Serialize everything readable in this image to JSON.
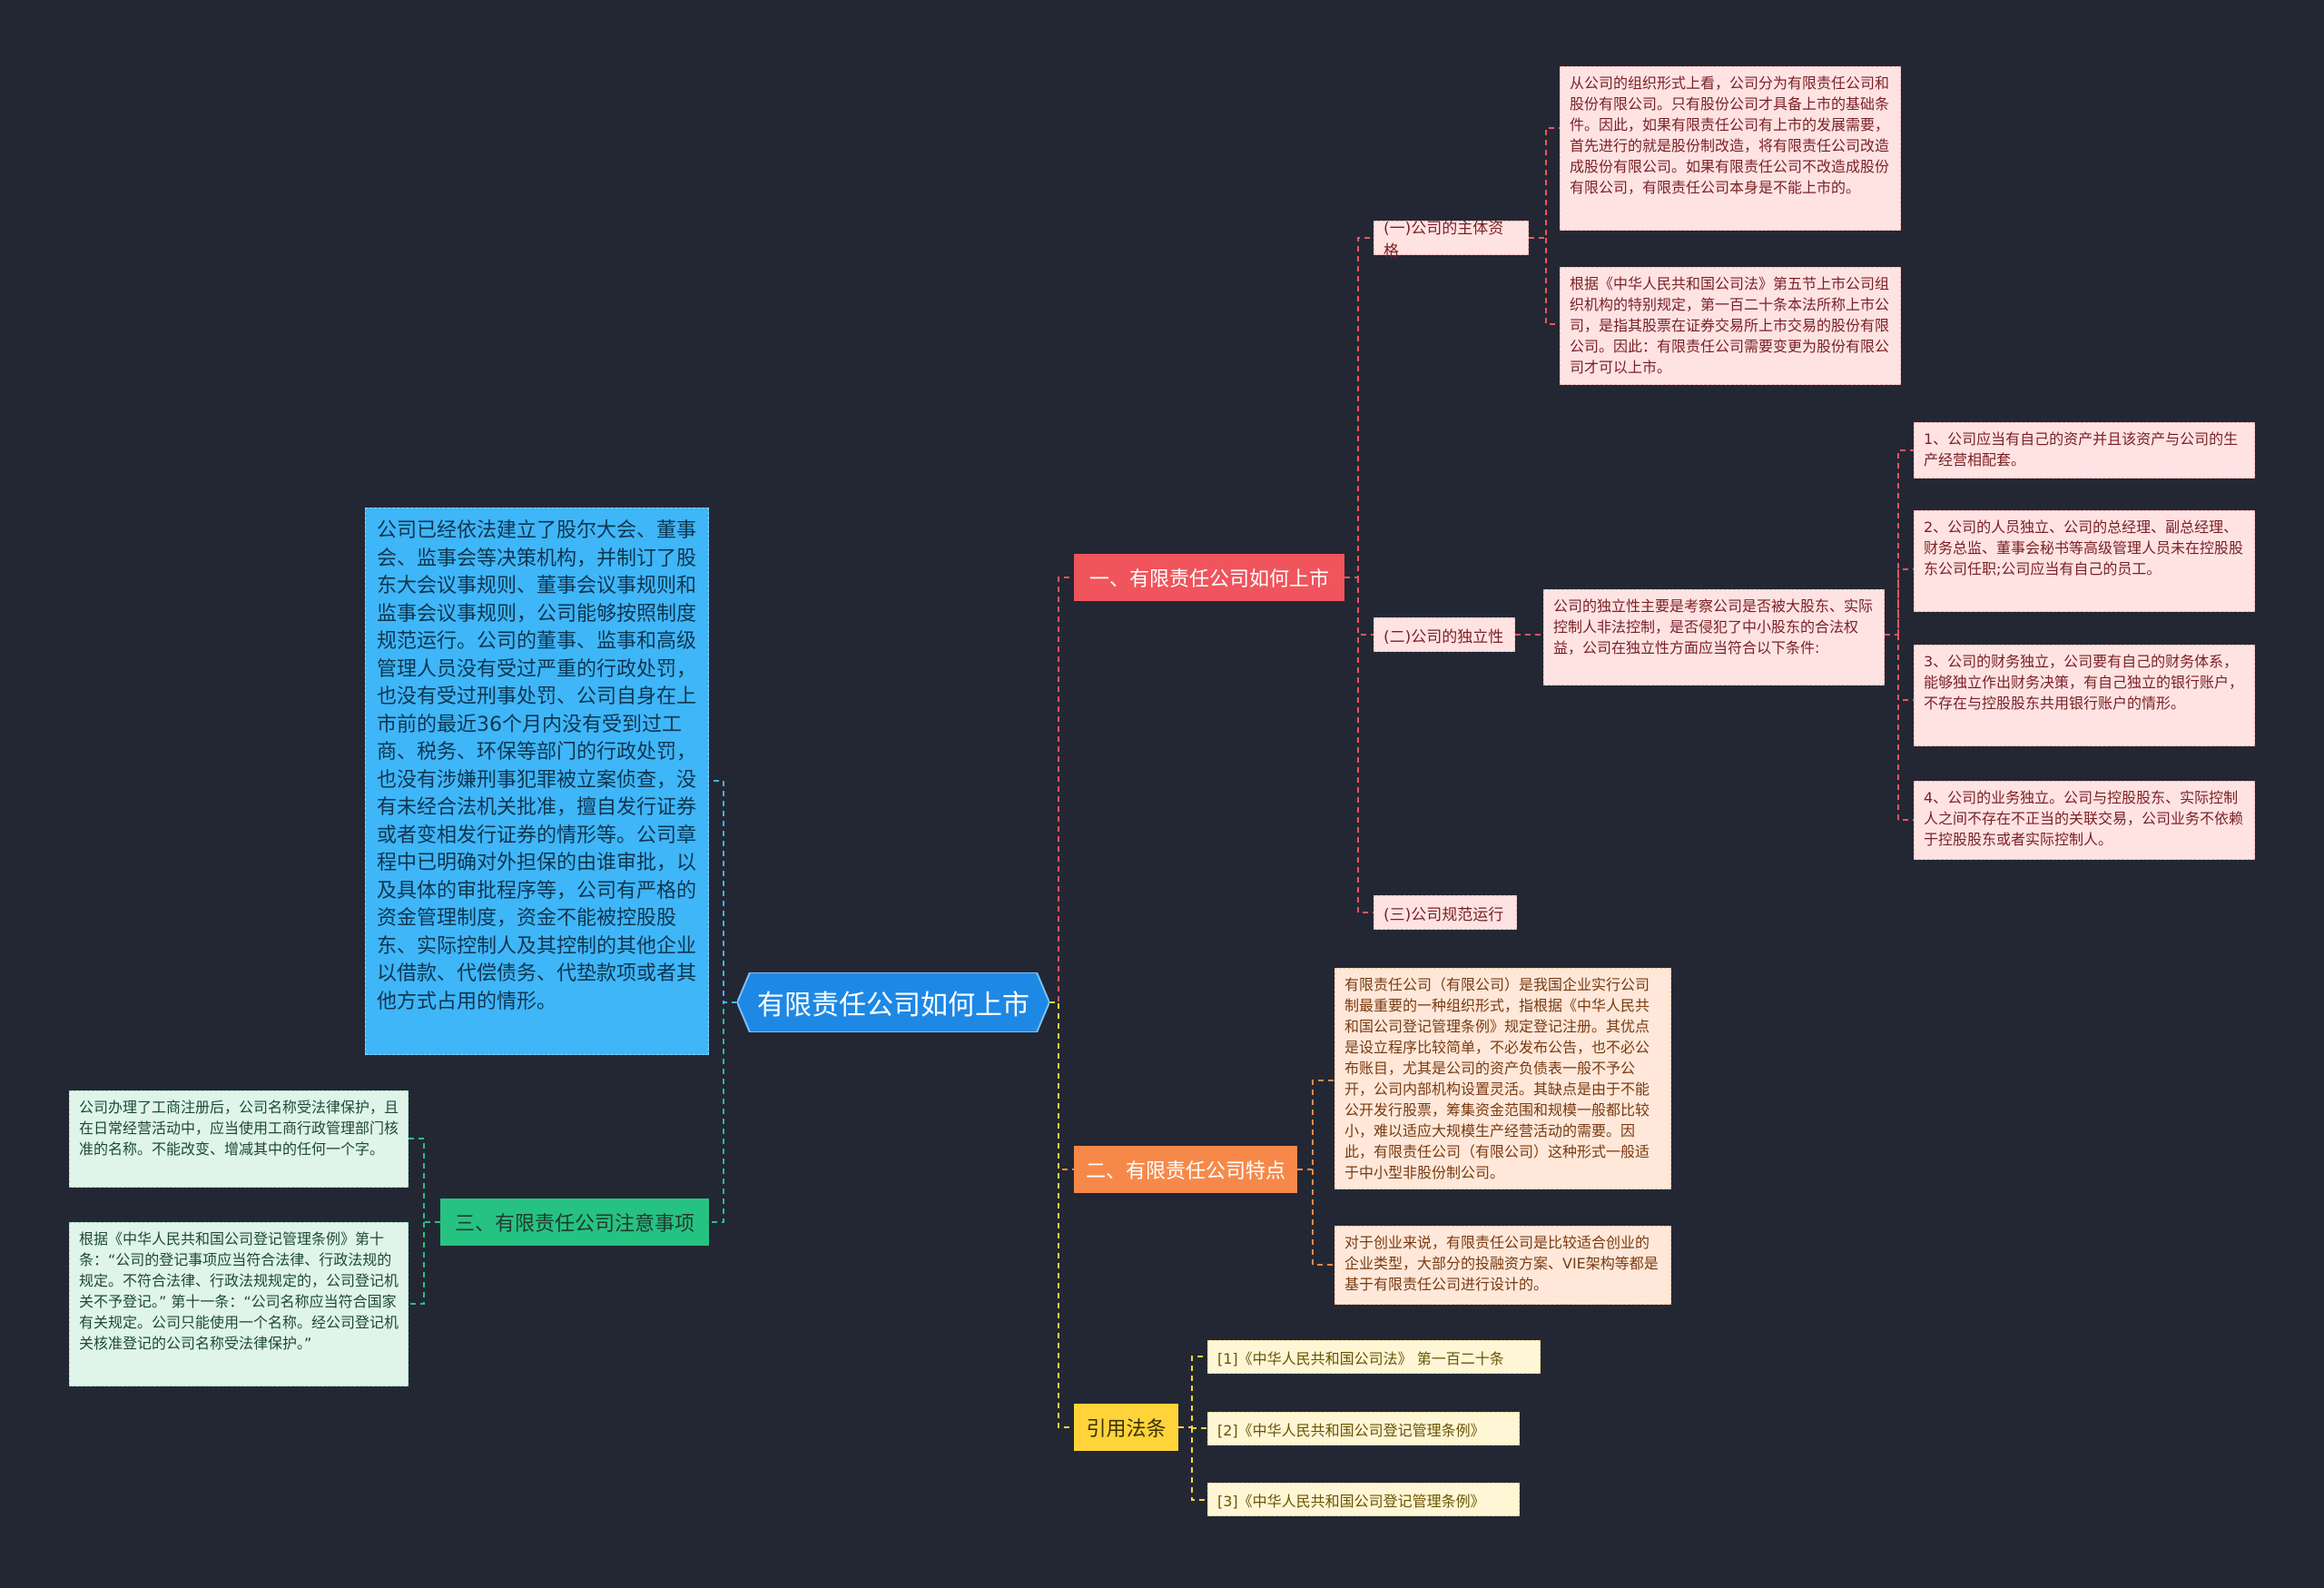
{
  "root": {
    "label": "有限责任公司如何上市"
  },
  "colors": {
    "background": "#232733",
    "root": "#1e88e5",
    "branch1": "#f0545c",
    "branch2": "#f6894a",
    "branch3": "#26c282",
    "branch4": "#ffd43b",
    "blue_leaf": "#3fb6f7"
  },
  "branch1": {
    "label": "一、有限责任公司如何上市",
    "sub1": {
      "label": "(一)公司的主体资格",
      "leaf1": "从公司的组织形式上看，公司分为有限责任公司和股份有限公司。只有股份公司才具备上市的基础条件。因此，如果有限责任公司有上市的发展需要，首先进行的就是股份制改造，将有限责任公司改造成股份有限公司。如果有限责任公司不改造成股份有限公司，有限责任公司本身是不能上市的。",
      "leaf2": "根据《中华人民共和国公司法》第五节上市公司组织机构的特别规定，第一百二十条本法所称上市公司，是指其股票在证券交易所上市交易的股份有限公司。因此：有限责任公司需要变更为股份有限公司才可以上市。"
    },
    "sub2": {
      "label": "(二)公司的独立性",
      "desc": "公司的独立性主要是考察公司是否被大股东、实际控制人非法控制，是否侵犯了中小股东的合法权益，公司在独立性方面应当符合以下条件:",
      "items": [
        "1、公司应当有自己的资产并且该资产与公司的生产经营相配套。",
        "2、公司的人员独立、公司的总经理、副总经理、财务总监、董事会秘书等高级管理人员未在控股股东公司任职;公司应当有自己的员工。",
        "3、公司的财务独立，公司要有自己的财务体系，能够独立作出财务决策，有自己独立的银行账户，不存在与控股股东共用银行账户的情形。",
        "4、公司的业务独立。公司与控股股东、实际控制人之间不存在不正当的关联交易，公司业务不依赖于控股股东或者实际控制人。"
      ]
    },
    "sub3": {
      "label": "(三)公司规范运行"
    }
  },
  "branch2": {
    "label": "二、有限责任公司特点",
    "leaf1": "有限责任公司（有限公司）是我国企业实行公司制最重要的一种组织形式，指根据《中华人民共和国公司登记管理条例》规定登记注册。其优点是设立程序比较简单，不必发布公告，也不必公布账目，尤其是公司的资产负债表一般不予公开，公司内部机构设置灵活。其缺点是由于不能公开发行股票，筹集资金范围和规模一般都比较小，难以适应大规模生产经营活动的需要。因此，有限责任公司（有限公司）这种形式一般适于中小型非股份制公司。",
    "leaf2": "对于创业来说，有限责任公司是比较适合创业的企业类型，大部分的投融资方案、VIE架构等都是基于有限责任公司进行设计的。"
  },
  "branch3": {
    "label": "三、有限责任公司注意事项",
    "leaf1": "公司办理了工商注册后，公司名称受法律保护，且在日常经营活动中，应当使用工商行政管理部门核准的名称。不能改变、增减其中的任何一个字。",
    "leaf2": "根据《中华人民共和国公司登记管理条例》第十条：“公司的登记事项应当符合法律、行政法规的规定。不符合法律、行政法规规定的，公司登记机关不予登记。” 第十一条：“公司名称应当符合国家有关规定。公司只能使用一个名称。经公司登记机关核准登记的公司名称受法律保护。”"
  },
  "branch4": {
    "label": "引用法条",
    "items": [
      "[1]《中华人民共和国公司法》 第一百二十条",
      "[2]《中华人民共和国公司登记管理条例》",
      "[3]《中华人民共和国公司登记管理条例》"
    ]
  },
  "left_leaf": "公司已经依法建立了股尔大会、董事会、监事会等决策机构，并制订了股东大会议事规则、董事会议事规则和监事会议事规则，公司能够按照制度规范运行。公司的董事、监事和高级管理人员没有受过严重的行政处罚，也没有受过刑事处罚、公司自身在上市前的最近36个月内没有受到过工商、税务、环保等部门的行政处罚，也没有涉嫌刑事犯罪被立案侦查，没有未经合法机关批准，擅自发行证券或者变相发行证券的情形等。公司章程中已明确对外担保的由谁审批，以及具体的审批程序等，公司有严格的资金管理制度，资金不能被控股股东、实际控制人及其控制的其他企业以借款、代偿债务、代垫款项或者其他方式占用的情形。"
}
